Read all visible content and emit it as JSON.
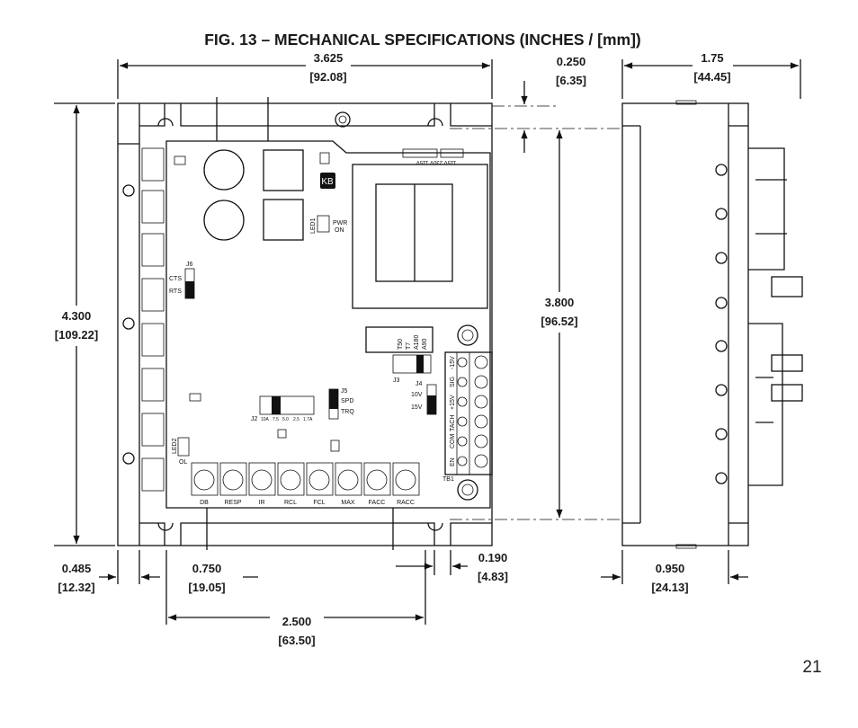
{
  "title": "FIG. 13 – MECHANICAL SPECIFICATIONS (INCHES / [mm])",
  "page_number": "21",
  "dimensions": {
    "overall_width": {
      "in": "3.625",
      "mm": "[92.08]"
    },
    "top_offset": {
      "in": "0.250",
      "mm": "[6.35]"
    },
    "side_depth": {
      "in": "1.75",
      "mm": "[44.45]"
    },
    "overall_height": {
      "in": "4.300",
      "mm": "[109.22]"
    },
    "mount_height": {
      "in": "3.800",
      "mm": "[96.52]"
    },
    "left_offset": {
      "in": "0.485",
      "mm": "[12.32]"
    },
    "slot_offset": {
      "in": "0.750",
      "mm": "[19.05]"
    },
    "slot_width": {
      "in": "0.190",
      "mm": "[4.83]"
    },
    "side_offset": {
      "in": "0.950",
      "mm": "[24.13]"
    },
    "mount_spacing": {
      "in": "2.500",
      "mm": "[63.50]"
    }
  },
  "board": {
    "logo": "KB",
    "led1": "LED1",
    "pwr_on": [
      "PWR",
      "ON"
    ],
    "voltage_jumper": "115V 230V 115V",
    "j6": "J6",
    "cts": "CTS",
    "rts": "RTS",
    "j2": "J2",
    "j2_options": [
      "10A",
      "7.5",
      "5.0",
      "2.5",
      "1.7A"
    ],
    "j5": "J5",
    "spd": "SPD",
    "trq": "TRQ",
    "j3": "J3",
    "j3_options": [
      "T50",
      "T7",
      "A180",
      "A90"
    ],
    "j4": "J4",
    "j4_options": [
      "10V",
      "15V"
    ],
    "led2": "LED2",
    "ol": "OL",
    "tb1": "TB1",
    "terminals": [
      "-15V",
      "SIG",
      "+15V",
      "TACH",
      "COM",
      "EN"
    ],
    "pots": [
      "DB",
      "RESP",
      "IR",
      "RCL",
      "FCL",
      "MAX",
      "FACC",
      "RACC"
    ]
  }
}
